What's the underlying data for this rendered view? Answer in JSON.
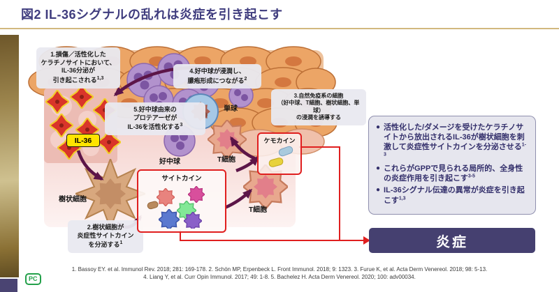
{
  "title": "図2 IL-36シグナルの乱れは炎症を引き起こす",
  "callouts": {
    "box1": {
      "lines": [
        "1.損傷／活性化した",
        "ケラチノサイトにおいて、",
        "IL-36分泌が",
        "引き起こされる"
      ],
      "sup": "1,3"
    },
    "box4": {
      "lines": [
        "4.好中球が浸潤し、",
        "膿疱形成につながる"
      ],
      "sup": "2"
    },
    "box5": {
      "lines": [
        "5.好中球由来の",
        "プロテアーゼが",
        "IL-36を活性化する"
      ],
      "sup": "3"
    },
    "box3": {
      "lines": [
        "3.自然免疫系の細胞",
        "（好中球、T細胞、樹状細胞、単球）",
        "の浸潤を誘導する"
      ]
    },
    "box2": {
      "lines": [
        "2.樹状細胞が",
        "炎症性サイトカイン",
        "を分泌する"
      ],
      "sup": "1"
    }
  },
  "labels": {
    "il36": "IL-36",
    "monocyte": "単球",
    "neutrophil": "好中球",
    "t_cell_upper": "T細胞",
    "t_cell_lower": "T細胞",
    "dendritic": "樹状細胞",
    "cytokine_box": "サイトカイン",
    "chemokine_box": "ケモカイン"
  },
  "panel": {
    "bullets": [
      {
        "text": "活性化した/ダメージを受けたケラチノサイトから放出されるIL-36が樹状細胞を刺激して炎症性サイトカインを分泌させる",
        "sup": "1-3"
      },
      {
        "text": "これらがGPPで見られる局所的、全身性の炎症作用を引き起こす",
        "sup": "3-5"
      },
      {
        "text": "IL-36シグナル伝達の異常が炎症を引き起こす",
        "sup": "1,3"
      }
    ]
  },
  "inflammation": {
    "label": "炎症"
  },
  "references": {
    "line1": "1. Bassoy EY. et al. Immunol Rev. 2018; 281: 169-178.   2. Schön MP, Erpenbeck L. Front Immunol. 2018; 9: 1323.   3. Furue K, et al. Acta Derm Venereol. 2018; 98: 5-13.",
    "line2": "4. Liang Y, et al. Curr Opin Immunol. 2017; 49: 1-8.   5. Bachelez H. Acta Derm Venereol. 2020; 100: adv00034."
  },
  "logo": "PC",
  "colors": {
    "title_navy": "#3f3c7e",
    "gold": "#d2b87e",
    "red": "#e01f1f",
    "panel_navy": "#454070",
    "il36_yellow": "#ffe400"
  }
}
